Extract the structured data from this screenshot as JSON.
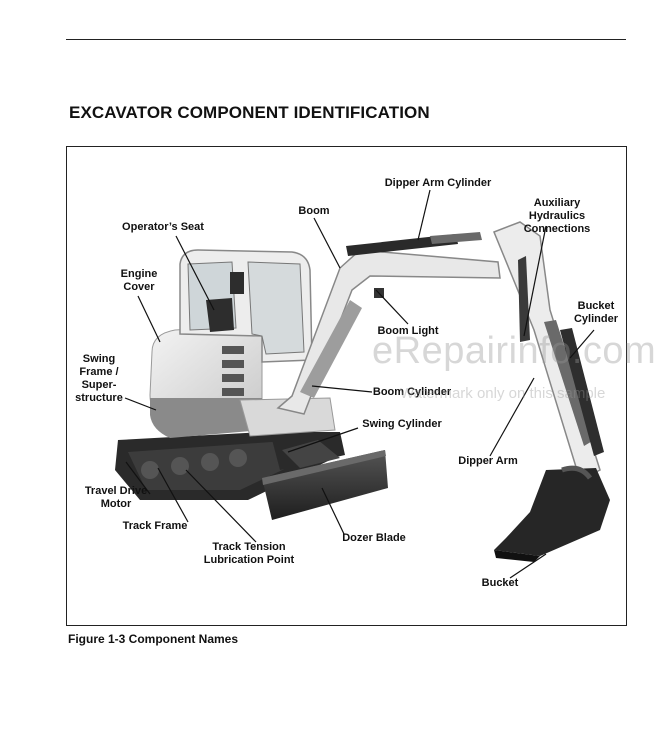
{
  "page": {
    "section_title": "EXCAVATOR COMPONENT IDENTIFICATION",
    "figure_caption": "Figure 1-3 Component Names"
  },
  "callouts": {
    "dipper_arm_cylinder": "Dipper Arm Cylinder",
    "boom": "Boom",
    "auxiliary_hydraulics": "Auxiliary Hydraulics\nConnections",
    "operators_seat": "Operator’s Seat",
    "engine_cover": "Engine\nCover",
    "bucket_cylinder": "Bucket\nCylinder",
    "boom_light": "Boom Light",
    "swing_frame": "Swing\nFrame /\nSuper-\nstructure",
    "boom_cylinder": "Boom Cylinder",
    "swing_cylinder": "Swing Cylinder",
    "dipper_arm": "Dipper Arm",
    "travel_drive_motor": "Travel Drive\nMotor",
    "track_frame": "Track Frame",
    "dozer_blade": "Dozer Blade",
    "track_tension": "Track Tension\nLubrication Point",
    "bucket": "Bucket"
  },
  "watermark": {
    "main": "eRepairinfo.com",
    "sub": "Watermark only on this sample"
  },
  "colors": {
    "machine_body": "#e6e6e6",
    "undercarriage": "#262626",
    "counterweight": "#8a8a8a",
    "leader_lines": "#111111"
  }
}
